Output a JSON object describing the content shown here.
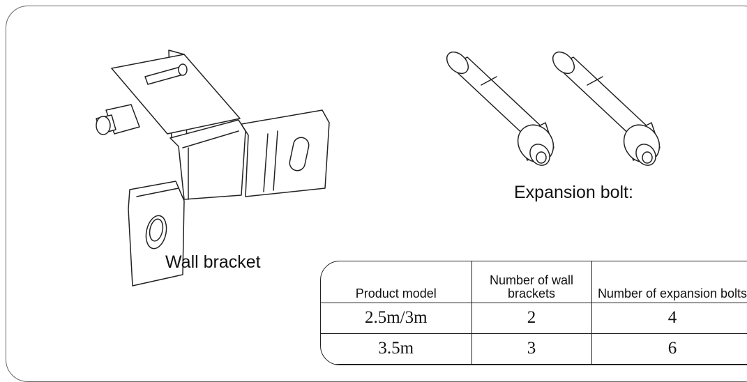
{
  "labels": {
    "wall_bracket": "Wall bracket",
    "expansion_bolt": "Expansion bolt:"
  },
  "table": {
    "headers": [
      "Product model",
      "Number of wall brackets",
      "Number of expansion bolts"
    ],
    "rows": [
      [
        "2.5m/3m",
        "2",
        "4"
      ],
      [
        "3.5m",
        "3",
        "6"
      ]
    ]
  }
}
